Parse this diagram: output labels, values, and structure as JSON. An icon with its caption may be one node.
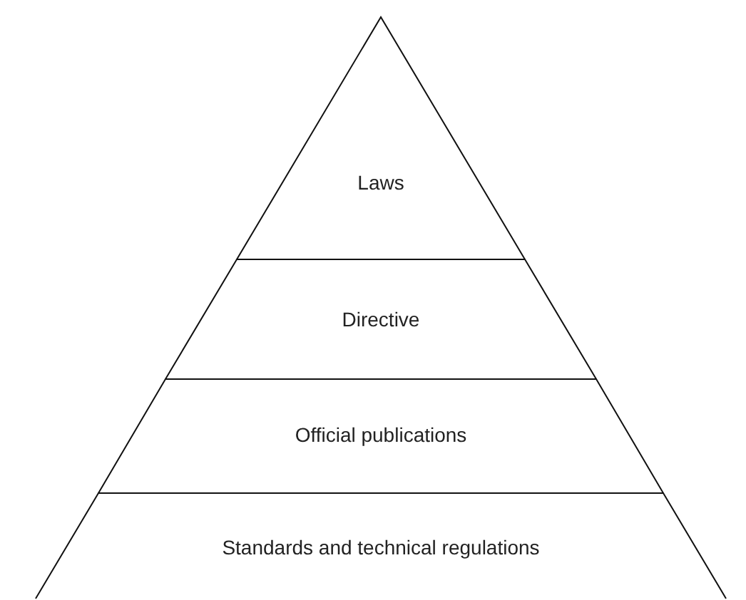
{
  "diagram": {
    "nodes": [
      {
        "text": [
          "Laws"
        ]
      },
      {
        "text": [
          "Directive"
        ]
      },
      {
        "text": [
          "Official publications"
        ]
      },
      {
        "text": [
          "Standards and technical regulations"
        ]
      }
    ]
  }
}
